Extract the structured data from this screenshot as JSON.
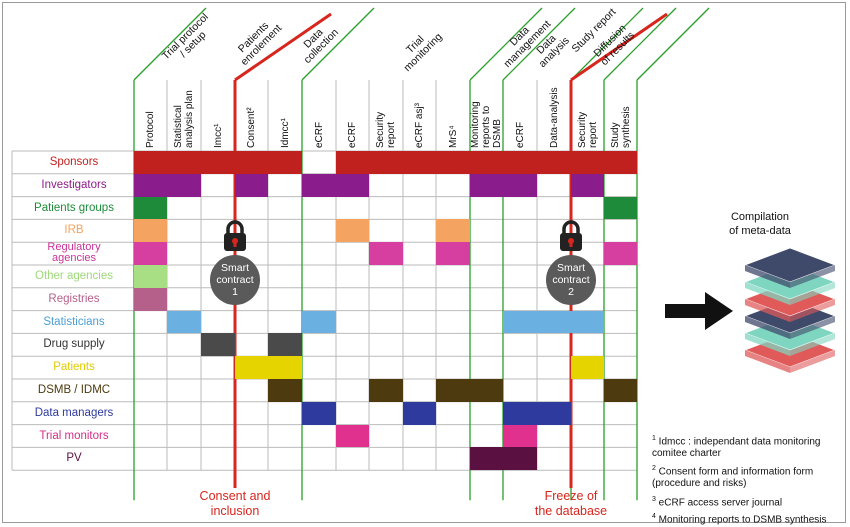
{
  "groups": [
    "Trial protocol\n/ setup",
    "Patients\nenrolement",
    "Data\ncollection",
    "Trial\nmonitoring",
    "Data\nmanagement",
    "Data\nanalysis",
    "Study report",
    "Diffusion\nof results"
  ],
  "columns": [
    "Protocol",
    "Statistical\nanalysis plan",
    "Imcc¹",
    "Consent²",
    "Idmcc¹",
    "eCRF",
    "eCRF",
    "Security\nreport",
    "eCRF asj³",
    "MrS⁴",
    "Monitoring\nreports to\nDSMB",
    "eCRF",
    "Data-analysis",
    "Security\nreport",
    "Study\nsynthesis"
  ],
  "rows": [
    {
      "label": "Sponsors",
      "color": "#c0201e",
      "cells": [
        1,
        1,
        1,
        1,
        1,
        0,
        1,
        1,
        1,
        1,
        1,
        1,
        1,
        1,
        1
      ]
    },
    {
      "label": "Investigators",
      "color": "#8b1c8b",
      "cells": [
        1,
        1,
        0,
        1,
        0,
        1,
        1,
        0,
        0,
        0,
        1,
        1,
        0,
        1,
        0
      ]
    },
    {
      "label": "Patients groups",
      "color": "#1e8b3a",
      "cells": [
        1,
        0,
        0,
        0,
        0,
        0,
        0,
        0,
        0,
        0,
        0,
        0,
        0,
        0,
        1
      ]
    },
    {
      "label": "IRB",
      "color": "#f4a460",
      "cells": [
        1,
        0,
        0,
        0,
        0,
        0,
        1,
        0,
        0,
        1,
        0,
        0,
        0,
        0,
        0
      ]
    },
    {
      "label": "Regulatory\nagencies",
      "color": "#d63fa0",
      "cells": [
        1,
        0,
        0,
        0,
        0,
        0,
        0,
        1,
        0,
        1,
        0,
        0,
        0,
        0,
        1
      ]
    },
    {
      "label": "Other agencies",
      "color": "#a8df85",
      "cells": [
        1,
        0,
        0,
        0,
        0,
        0,
        0,
        0,
        0,
        0,
        0,
        0,
        0,
        0,
        0
      ]
    },
    {
      "label": "Registries",
      "color": "#b5608a",
      "cells": [
        1,
        0,
        0,
        0,
        0,
        0,
        0,
        0,
        0,
        0,
        0,
        0,
        0,
        0,
        0
      ]
    },
    {
      "label": "Statisticians",
      "color": "#6ab0e0",
      "cells": [
        0,
        1,
        0,
        0,
        0,
        1,
        0,
        0,
        0,
        0,
        0,
        1,
        1,
        1,
        0
      ]
    },
    {
      "label": "Drug supply",
      "color": "#4a4a4a",
      "cells": [
        0,
        0,
        1,
        0,
        1,
        0,
        0,
        0,
        0,
        0,
        0,
        0,
        0,
        0,
        0
      ]
    },
    {
      "label": "Patients",
      "color": "#e6d400",
      "cells": [
        0,
        0,
        0,
        1,
        1,
        0,
        0,
        0,
        0,
        0,
        0,
        0,
        0,
        1,
        0
      ]
    },
    {
      "label": "DSMB / IDMC",
      "color": "#4d3a0e",
      "cells": [
        0,
        0,
        0,
        0,
        1,
        0,
        0,
        1,
        0,
        1,
        1,
        0,
        0,
        0,
        1
      ]
    },
    {
      "label": "Data managers",
      "color": "#2e3a9e",
      "cells": [
        0,
        0,
        0,
        0,
        0,
        1,
        0,
        0,
        1,
        0,
        0,
        1,
        1,
        0,
        0
      ]
    },
    {
      "label": "Trial monitors",
      "color": "#e0318f",
      "cells": [
        0,
        0,
        0,
        0,
        0,
        0,
        1,
        0,
        0,
        0,
        0,
        1,
        0,
        0,
        0
      ]
    },
    {
      "label": "PV",
      "color": "#5a1040",
      "cells": [
        0,
        0,
        0,
        0,
        0,
        0,
        0,
        0,
        0,
        0,
        1,
        1,
        0,
        0,
        0
      ]
    }
  ],
  "row_label_colors": [
    "#c0201e",
    "#8b1c8b",
    "#1e8b3a",
    "#f4a460",
    "#c6339a",
    "#9ed87a",
    "#b5608a",
    "#4a9fd5",
    "#333333",
    "#e0cc00",
    "#4d3a0e",
    "#2e3a9e",
    "#d42d88",
    "#5a1040"
  ],
  "contracts": [
    "Smart\ncontract\n1",
    "Smart\ncontract\n2"
  ],
  "milestones": [
    "Consent and\ninclusion",
    "Freeze of\nthe database"
  ],
  "meta_title": "Compilation\nof meta-data",
  "notes": [
    {
      "sup": "1",
      "text": " Idmcc : independant data monitoring\ncomitee charter"
    },
    {
      "sup": "2",
      "text": " Consent form and information form\n(procedure and risks)"
    },
    {
      "sup": "3",
      "text": " eCRF access server journal"
    },
    {
      "sup": "4",
      "text": " Monitoring reports to DSMB synthesis"
    }
  ],
  "colors": {
    "grid": "#bbbbbb",
    "group_line": "#2aa02a",
    "milestone": "#d7261e",
    "stack": [
      "#3f4a6b",
      "#7fd6c0",
      "#e05a5a"
    ]
  },
  "icons": [
    "lock-icon",
    "right-arrow-icon"
  ]
}
